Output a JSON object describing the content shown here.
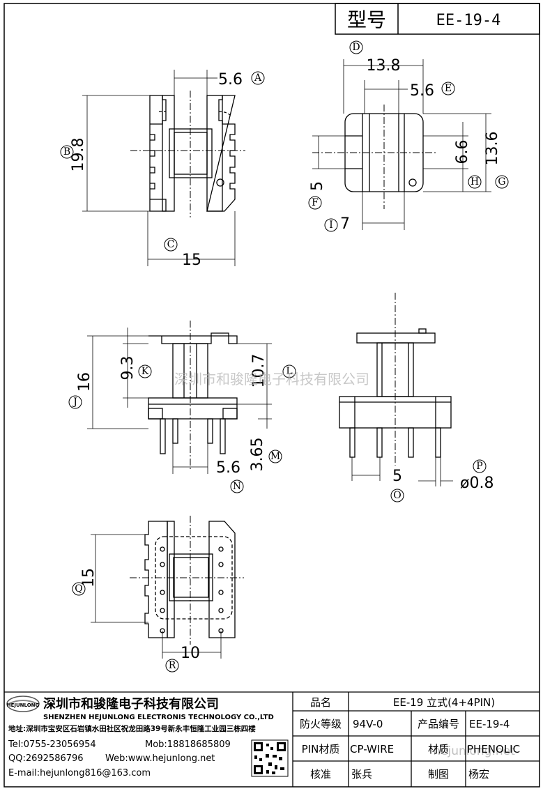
{
  "header": {
    "model_label": "型号",
    "model_value": "EE-19-4"
  },
  "dims": {
    "A": "5.6",
    "B": "19.8",
    "C": "15",
    "D": "13.8",
    "E": "5.6",
    "F": "5",
    "G": "13.6",
    "H": "6.6",
    "I": "7",
    "J": "16",
    "K": "9.3",
    "L": "10.7",
    "M": "3.65",
    "N": "5.6",
    "O": "5",
    "P": "ø0.8",
    "Q": "15",
    "R": "10"
  },
  "callouts": [
    "A",
    "B",
    "C",
    "D",
    "E",
    "F",
    "G",
    "H",
    "I",
    "J",
    "K",
    "L",
    "M",
    "N",
    "O",
    "P",
    "Q",
    "R"
  ],
  "watermark": "深圳市和骏隆电子科技有限公司",
  "watermark_url": "hejunlong.net",
  "company": {
    "logo_text": "HEJUNLONG",
    "name_cn": "深圳市和骏隆电子科技有限公司",
    "name_en": "SHENZHEN HEJUNLONG ELECTRONIS TECHNOLOGY CO.,LTD",
    "address": "地址:深圳市宝安区石岩镇水田社区祝龙田路39号新永丰恒隆工业园三栋四楼",
    "tel": "Tel:0755-23056954",
    "mob": "Mob:18818685809",
    "qq": "QQ:2692586796",
    "web": "Web:www.hejunlong.net",
    "email": "E-mail:hejunlong816@163.com"
  },
  "table": {
    "name_label": "品名",
    "name_value": "EE-19 立式(4+4PIN)",
    "fire_label": "防火等级",
    "fire_value": "94V-0",
    "code_label": "产品编号",
    "code_value": "EE-19-4",
    "pin_label": "PIN材质",
    "pin_value": "CP-WIRE",
    "mat_label": "材质",
    "mat_value": "PHENOLIC",
    "check_label": "核准",
    "check_value": "张兵",
    "draw_label": "制图",
    "draw_value": "杨宏"
  }
}
